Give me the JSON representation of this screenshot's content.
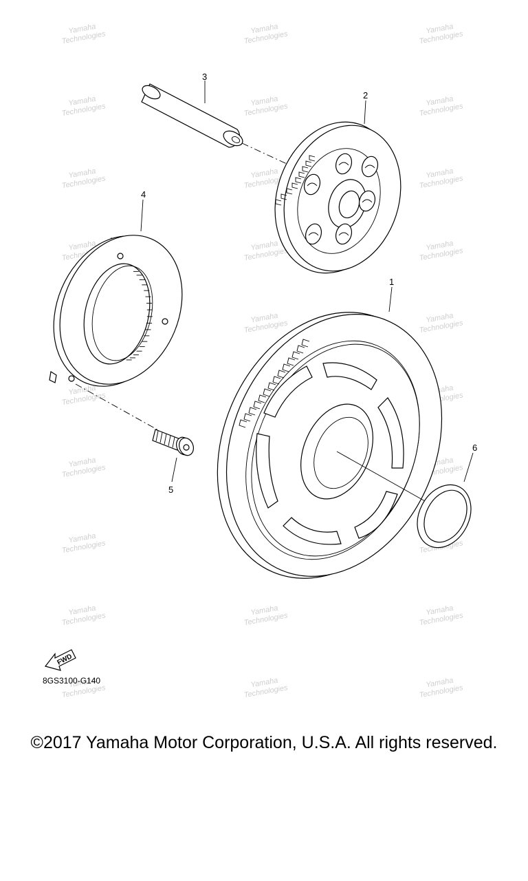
{
  "diagram": {
    "callouts": [
      {
        "id": "1",
        "label": "1"
      },
      {
        "id": "2",
        "label": "2"
      },
      {
        "id": "3",
        "label": "3"
      },
      {
        "id": "4",
        "label": "4"
      },
      {
        "id": "5",
        "label": "5"
      },
      {
        "id": "6",
        "label": "6"
      }
    ],
    "fwd_label": "FWD",
    "drawing_code": "8GS3100-G140",
    "copyright": "©2017 Yamaha Motor Corporation, U.S.A. All rights reserved.",
    "watermark": "Yamaha Technologies",
    "colors": {
      "line": "#000000",
      "background": "#ffffff",
      "watermark": "#cfcfcf"
    }
  }
}
